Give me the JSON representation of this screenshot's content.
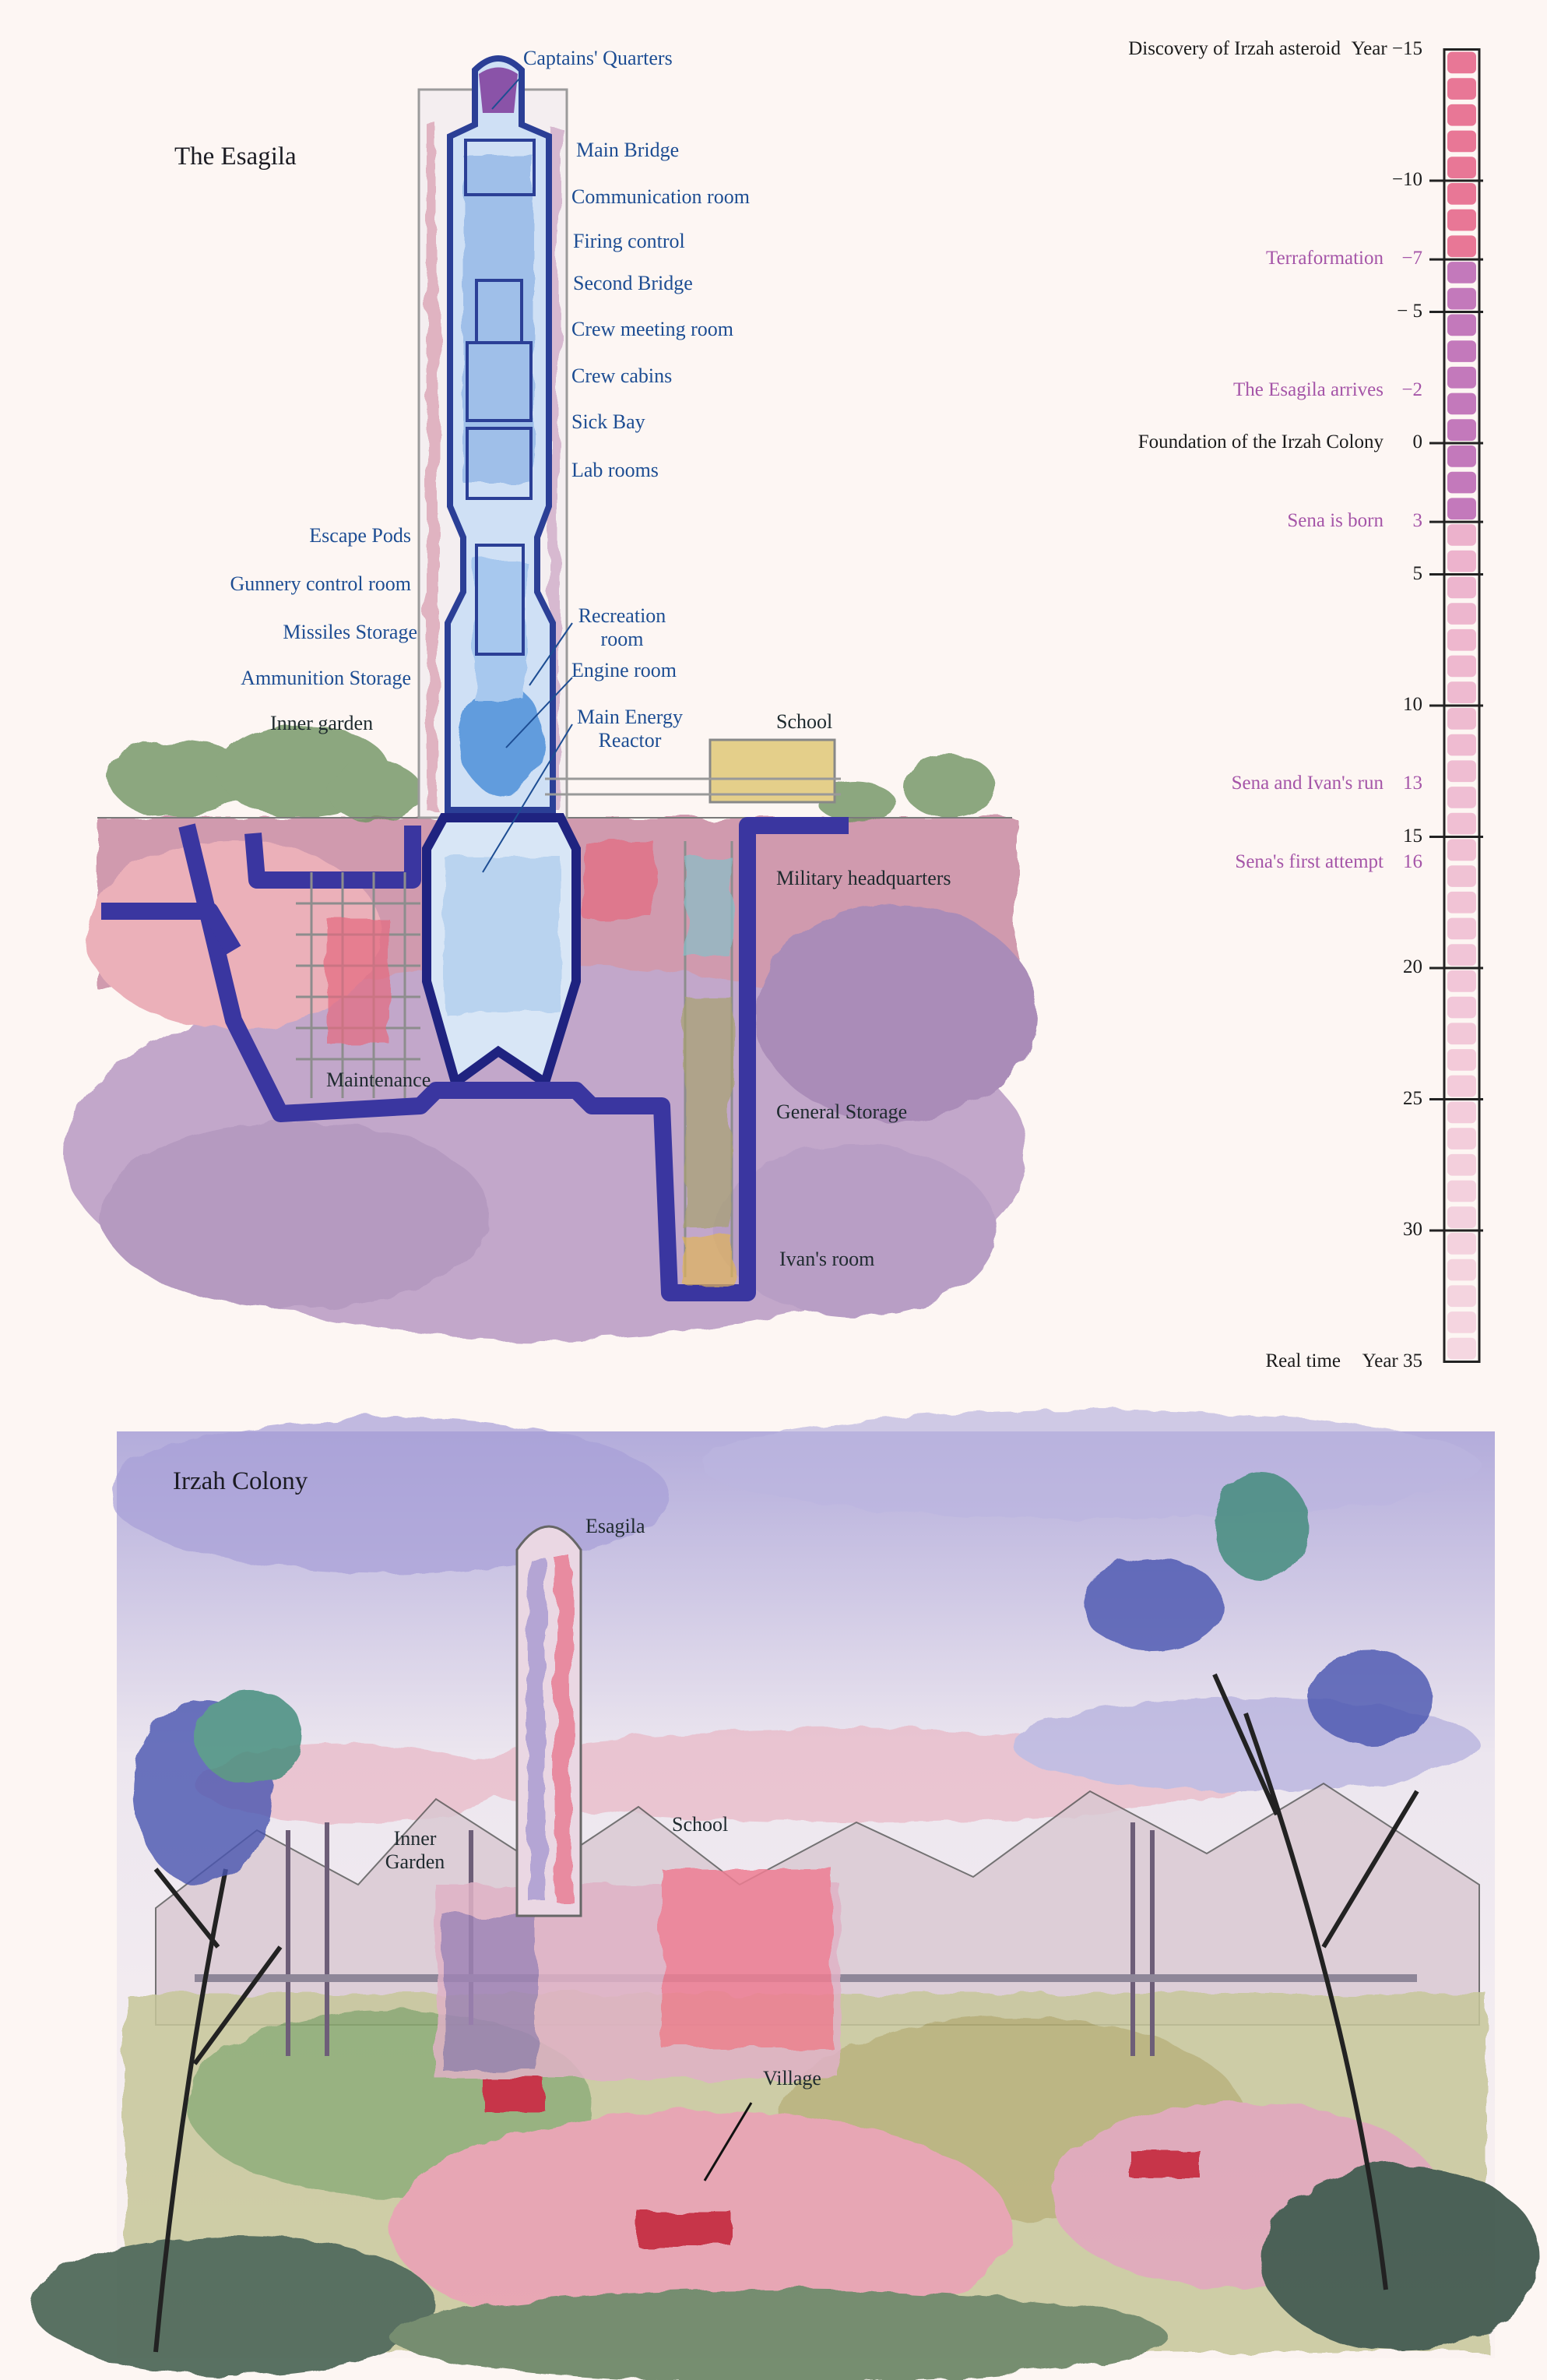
{
  "esagila": {
    "title": "The Esagila",
    "labels": {
      "captains_quarters": "Captains' Quarters",
      "main_bridge": "Main Bridge",
      "communication_room": "Communication room",
      "firing_control": "Firing control",
      "second_bridge": "Second Bridge",
      "crew_meeting_room": "Crew meeting room",
      "crew_cabins": "Crew cabins",
      "sick_bay": "Sick Bay",
      "lab_rooms": "Lab rooms",
      "escape_pods": "Escape Pods",
      "gunnery_control_room": "Gunnery control room",
      "missiles_storage": "Missiles Storage",
      "ammunition_storage": "Ammunition Storage",
      "inner_garden": "Inner garden",
      "recreation_room_1": "Recreation",
      "recreation_room_2": "room",
      "engine_room": "Engine room",
      "main_energy_reactor_1": "Main Energy",
      "main_energy_reactor_2": "Reactor",
      "school": "School",
      "military_headquarters": "Military headquarters",
      "maintenance": "Maintenance",
      "general_storage": "General Storage",
      "ivans_room": "Ivan's room"
    }
  },
  "colony": {
    "title": "Irzah Colony",
    "labels": {
      "esagila": "Esagila",
      "inner_garden_1": "Inner",
      "inner_garden_2": "Garden",
      "school": "School",
      "village": "Village"
    }
  },
  "timeline": {
    "range": [
      -15,
      35
    ],
    "ticks": [
      {
        "year": -10,
        "label": "−10"
      },
      {
        "year": -5,
        "label": "− 5"
      },
      {
        "year": 0,
        "label": "0"
      },
      {
        "year": 5,
        "label": "5"
      },
      {
        "year": 10,
        "label": "10"
      },
      {
        "year": 15,
        "label": "15"
      },
      {
        "year": 20,
        "label": "20"
      },
      {
        "year": 25,
        "label": "25"
      },
      {
        "year": 30,
        "label": "30"
      }
    ],
    "events": [
      {
        "year": -15,
        "label": "Discovery of Irzah asteroid",
        "year_label": "Year −15",
        "highlight": false
      },
      {
        "year": -7,
        "label": "Terraformation",
        "year_label": "−7",
        "highlight": true
      },
      {
        "year": -2,
        "label": "The Esagila arrives",
        "year_label": "−2",
        "highlight": true
      },
      {
        "year": 0,
        "label": "Foundation of the Irzah Colony",
        "year_label": "0",
        "highlight": false
      },
      {
        "year": 3,
        "label": "Sena is born",
        "year_label": "3",
        "highlight": true
      },
      {
        "year": 13,
        "label": "Sena and Ivan's run",
        "year_label": "13",
        "highlight": true
      },
      {
        "year": 16,
        "label": "Sena's first attempt",
        "year_label": "16",
        "highlight": true
      },
      {
        "year": 35,
        "label": "Real time",
        "year_label": "Year 35",
        "highlight": false
      }
    ],
    "colors": {
      "early": "#e2577e",
      "middle": "#b45aac",
      "late": "#e07fae",
      "event": "#a555a8"
    }
  }
}
